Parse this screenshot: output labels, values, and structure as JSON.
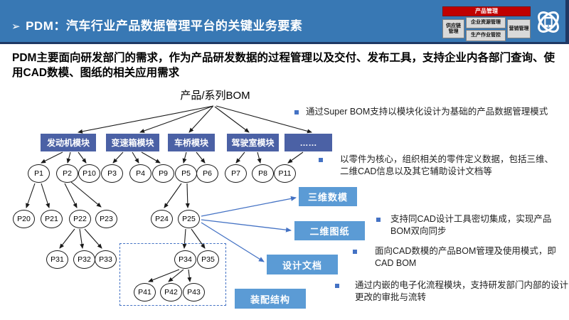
{
  "header": {
    "bullet_glyph": "➢",
    "title": "PDM：汽车行业产品数据管理平台的关键业务要素",
    "mini_diagram": {
      "top": "产品管理",
      "left": "供应链管理",
      "middle_top": "企业资源管理",
      "middle_bottom": "生产作业管控",
      "right": "营销管理"
    }
  },
  "intro": "PDM主要面向研发部门的需求，作为产品研发数据的过程管理以及交付、发布工具，支持企业内各部门查询、使用CAD数模、图纸的相关应用需求",
  "tree": {
    "root": "产品/系列BOM",
    "modules": [
      "发动机模块",
      "变速箱模块",
      "车桥模块",
      "驾驶室模块",
      "……"
    ],
    "level1": [
      "P1",
      "P2",
      "P10",
      "P3",
      "P4",
      "P9",
      "P5",
      "P6",
      "P7",
      "P8",
      "P11"
    ],
    "level2": [
      "P20",
      "P21",
      "P22",
      "P23",
      "P24",
      "P25"
    ],
    "level3": [
      "P31",
      "P32",
      "P33",
      "P34",
      "P35"
    ],
    "level4": [
      "P41",
      "P42",
      "P43"
    ]
  },
  "doc_labels": [
    "三维数模",
    "二维图纸",
    "设计文档",
    "装配结构"
  ],
  "bullets": [
    "通过Super BOM支持以模块化设计为基础的产品数据管理模式",
    "以零件为核心，组织相关的零件定义数据，包括三维、二维CAD信息以及其它辅助设计文档等",
    "支持同CAD设计工具密切集成，实现产品BOM双向同步",
    "面向CAD数模的产品BOM管理及使用模式，即CAD BOM",
    "通过内嵌的电子化流程模块，支持研发部门内部的设计更改的审批与流转"
  ],
  "colors": {
    "header_blue": "#3878B4",
    "navy": "#1F3864",
    "red": "#C00000",
    "module_blue": "#4B61A5",
    "doc_label_blue": "#5B9BD5",
    "accent_blue": "#4472C4"
  }
}
